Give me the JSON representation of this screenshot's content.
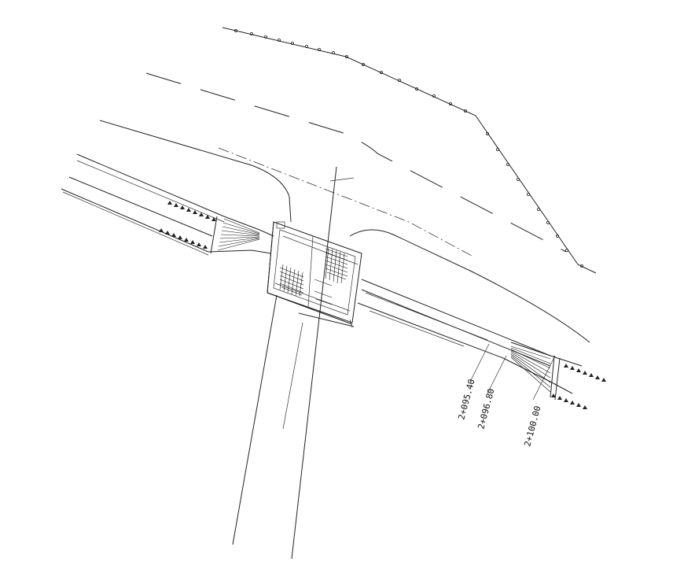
{
  "drawing": {
    "type": "CAD plan view — road crossing with culvert structure",
    "chainages": [
      {
        "id": "ch1",
        "label": "2+095.40"
      },
      {
        "id": "ch2",
        "label": "2+096.80"
      },
      {
        "id": "ch3",
        "label": "2+100.00"
      }
    ]
  },
  "colors": {
    "background": "#ffffff",
    "linework": "#222222"
  }
}
